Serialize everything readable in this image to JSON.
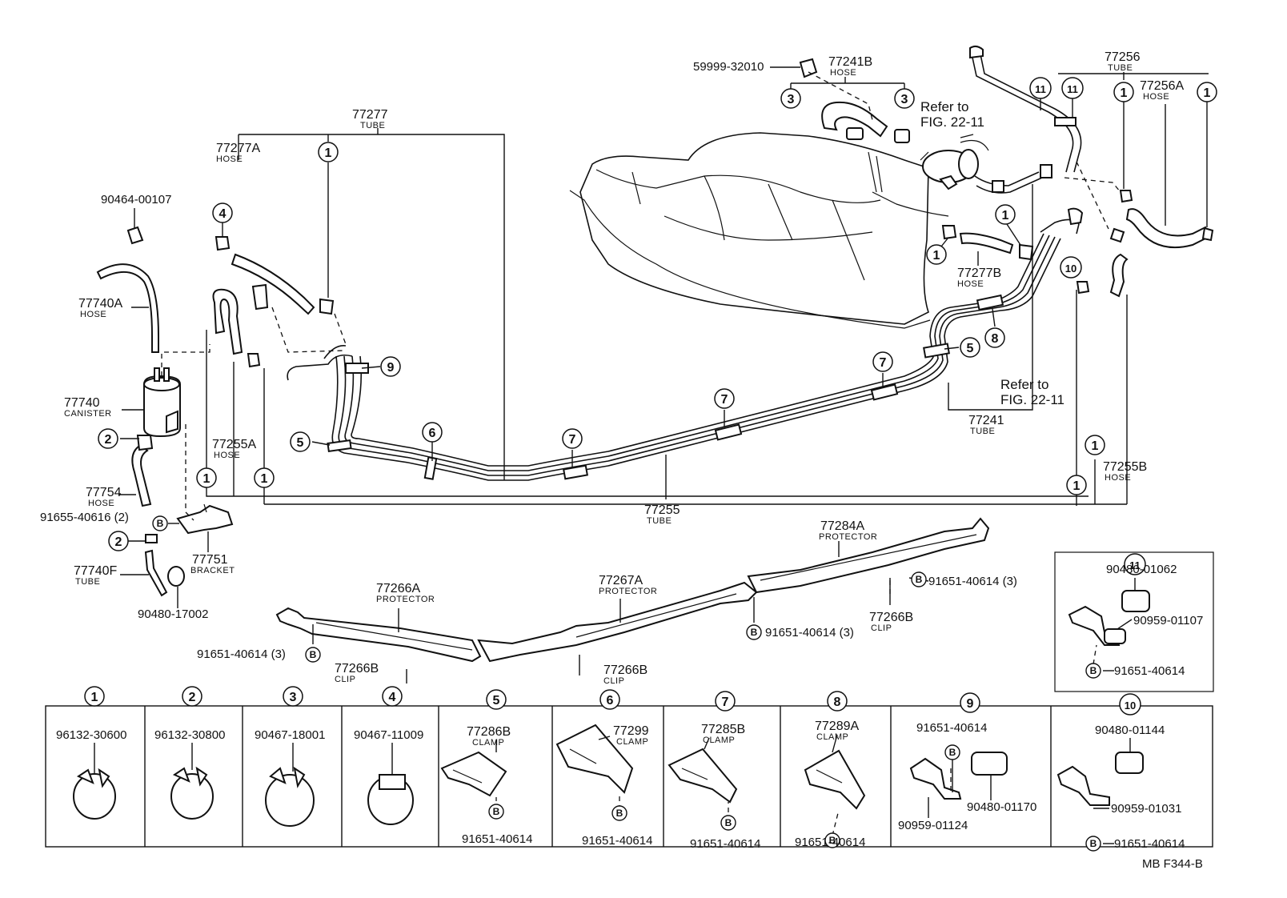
{
  "labels": {
    "p59999": "59999-32010",
    "p77241B": "77241B",
    "p77241B_sub": "HOSE",
    "p77256": "77256",
    "p77256_sub": "TUBE",
    "p77256A": "77256A",
    "p77256A_sub": "HOSE",
    "p77277": "77277",
    "p77277_sub": "TUBE",
    "p77277A": "77277A",
    "p77277A_sub": "HOSE",
    "p90464": "90464-00107",
    "p77740A": "77740A",
    "p77740A_sub": "HOSE",
    "p77740": "77740",
    "p77740_sub": "CANISTER",
    "p77255A": "77255A",
    "p77255A_sub": "HOSE",
    "p77754": "77754",
    "p77754_sub": "HOSE",
    "p91655": "91655-40616 (2)",
    "p77751": "77751",
    "p77751_sub": "BRACKET",
    "p77740F": "77740F",
    "p77740F_sub": "TUBE",
    "p90480_17002": "90480-17002",
    "p77277B": "77277B",
    "p77277B_sub": "HOSE",
    "p77241": "77241",
    "p77241_sub": "TUBE",
    "p77255": "77255",
    "p77255_sub": "TUBE",
    "p77255B": "77255B",
    "p77255B_sub": "HOSE",
    "p77284A": "77284A",
    "p77284A_sub": "PROTECTOR",
    "p77267A": "77267A",
    "p77267A_sub": "PROTECTOR",
    "p77266A": "77266A",
    "p77266A_sub": "PROTECTOR",
    "p77266B_1": "77266B",
    "p77266B_1_sub": "CLIP",
    "p77266B_2": "77266B",
    "p77266B_2_sub": "CLIP",
    "p77266B_3": "77266B",
    "p77266B_3_sub": "CLIP",
    "b91651_a": "91651-40614 (3)",
    "b91651_b": "91651-40614 (3)",
    "b91651_c": "91651-40614 (3)",
    "ref1_a": "Refer to",
    "ref1_b": "FIG. 22-11",
    "ref2_a": "Refer to",
    "ref2_b": "FIG. 22-11",
    "inset11_a": "90480-01062",
    "inset11_b": "90959-01107",
    "inset11_c": "91651-40614",
    "footer": "MB  F344-B",
    "bolt_letter": "B"
  },
  "legend": [
    {
      "num": "1",
      "part": "96132-30600"
    },
    {
      "num": "2",
      "part": "96132-30800"
    },
    {
      "num": "3",
      "part": "90467-18001"
    },
    {
      "num": "4",
      "part": "90467-11009"
    },
    {
      "num": "5",
      "part": "77286B",
      "sub": "CLAMP",
      "bolt": "91651-40614"
    },
    {
      "num": "6",
      "part": "77299",
      "sub": "CLAMP",
      "bolt": "91651-40614"
    },
    {
      "num": "7",
      "part": "77285B",
      "sub": "CLAMP",
      "bolt": "91651-40614"
    },
    {
      "num": "8",
      "part": "77289A",
      "sub": "CLAMP",
      "bolt": "91651-40614"
    },
    {
      "num": "9",
      "part": "91651-40614",
      "part2": "90480-01170",
      "part3": "90959-01124"
    },
    {
      "num": "10",
      "part": "90480-01144",
      "part2": "90959-01031",
      "bolt": "91651-40614"
    }
  ],
  "callouts": {
    "c1": "1",
    "c2": "2",
    "c3": "3",
    "c4": "4",
    "c5": "5",
    "c6": "6",
    "c7": "7",
    "c8": "8",
    "c9": "9",
    "c10": "10",
    "c11": "11"
  }
}
